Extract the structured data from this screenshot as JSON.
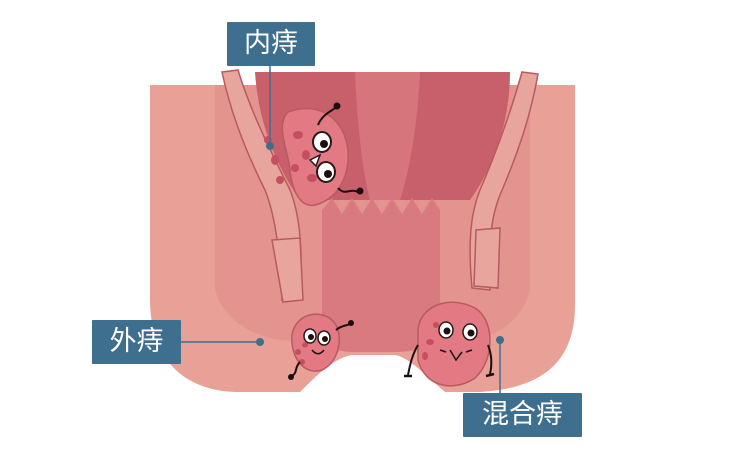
{
  "labels": {
    "internal": "内痔",
    "external": "外痔",
    "mixed": "混合痔"
  },
  "colors": {
    "skin_outer": "#e9a197",
    "skin_mid": "#de8a86",
    "canal": "#d97a7f",
    "canal_dark": "#c8606c",
    "muscle": "#e8a59e",
    "hemorrhoid": "#e27983",
    "hemorrhoid_dark": "#c4505f",
    "outline": "#b85a60",
    "label_bg": "#3f6f8f",
    "label_text": "#ffffff"
  },
  "icons": [
    "internal-hemorrhoid-character",
    "external-hemorrhoid-character",
    "mixed-hemorrhoid-character"
  ]
}
